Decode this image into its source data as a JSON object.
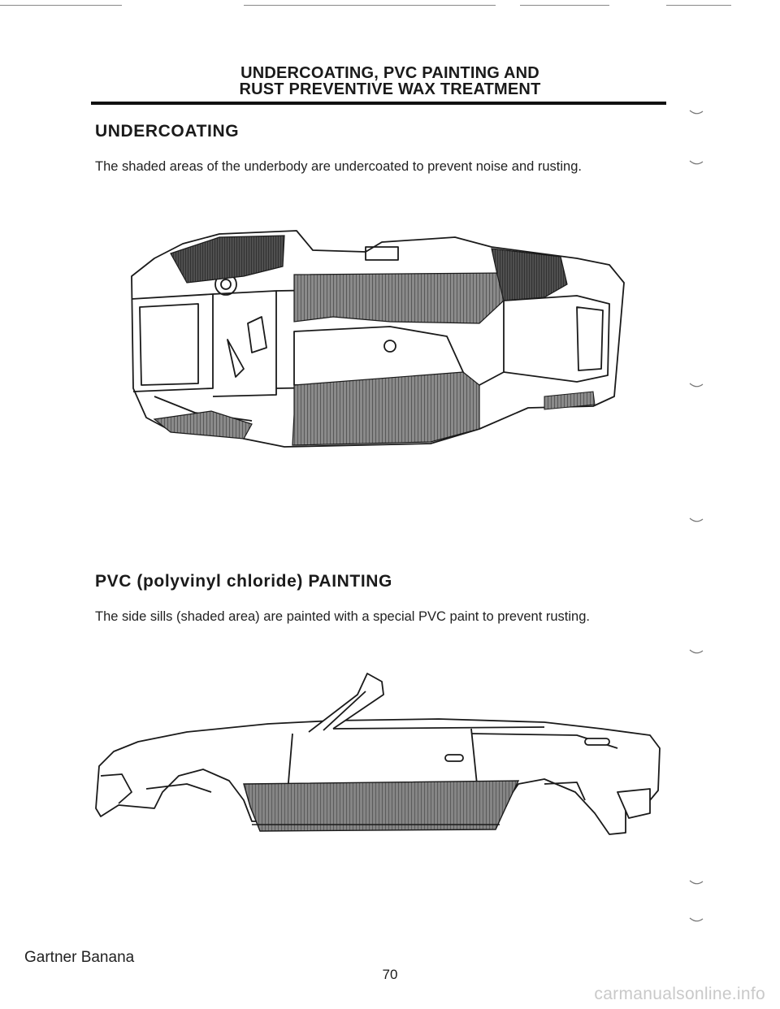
{
  "header": {
    "line1": "UNDERCOATING, PVC PAINTING AND",
    "line2": "RUST PREVENTIVE WAX TREATMENT"
  },
  "sections": [
    {
      "heading": "UNDERCOATING",
      "text": "The shaded areas of the underbody are undercoated to prevent noise and rusting."
    },
    {
      "heading": "PVC (polyvinyl chloride) PAINTING",
      "text": "The side sills (shaded area) are painted with a special PVC paint to prevent rusting."
    }
  ],
  "footer": {
    "brand": "Gartner Banana",
    "page_number": "70"
  },
  "watermark": "carmanualsonline.info",
  "colors": {
    "ink": "#1a1a1a",
    "shading": "#6f6f6f",
    "watermark": "#c9c9c9"
  }
}
